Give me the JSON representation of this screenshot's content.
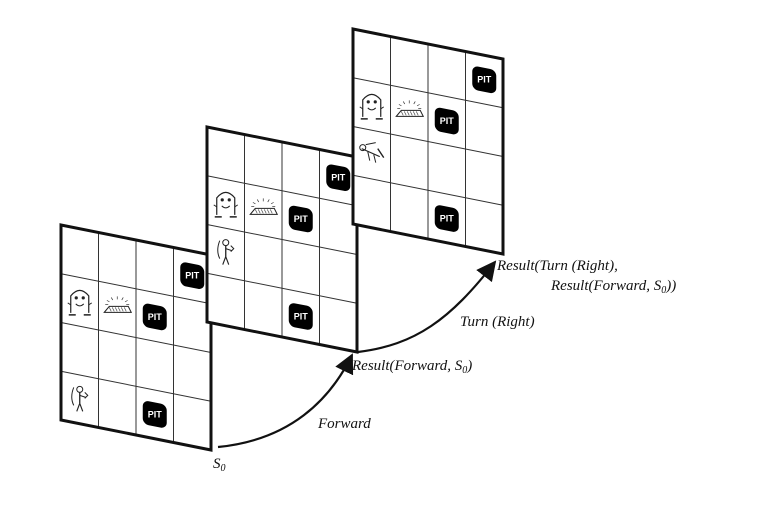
{
  "labels": {
    "s0": "S",
    "s0_sub": "0",
    "forward": "Forward",
    "result1_pre": "Result(Forward, S",
    "result1_sub": "0",
    "result1_post": ")",
    "turn_right": "Turn (Right)",
    "result2_line1": "Result(Turn (Right),",
    "result2_line2_pre": "Result(Forward, S",
    "result2_line2_sub": "0",
    "result2_line2_post": "))"
  },
  "pit_label": "PIT",
  "grid_size": 4,
  "boards": [
    {
      "name": "board-s0",
      "pits": [
        [
          3,
          0
        ],
        [
          2,
          1
        ],
        [
          2,
          3
        ]
      ],
      "wumpus": [
        0,
        1
      ],
      "gold": [
        1,
        1
      ],
      "agent": [
        0,
        3
      ],
      "agent_facing": "right"
    },
    {
      "name": "board-after-forward",
      "pits": [
        [
          3,
          0
        ],
        [
          2,
          1
        ],
        [
          2,
          3
        ]
      ],
      "wumpus": [
        0,
        1
      ],
      "gold": [
        1,
        1
      ],
      "agent": [
        0,
        2
      ],
      "agent_facing": "right"
    },
    {
      "name": "board-after-turn-right",
      "pits": [
        [
          3,
          0
        ],
        [
          2,
          1
        ],
        [
          2,
          3
        ]
      ],
      "wumpus": [
        0,
        1
      ],
      "gold": [
        1,
        1
      ],
      "agent": [
        0,
        2
      ],
      "agent_facing": "down"
    }
  ],
  "colors": {
    "line": "#111111",
    "pit": "#000000",
    "background": "#ffffff"
  }
}
